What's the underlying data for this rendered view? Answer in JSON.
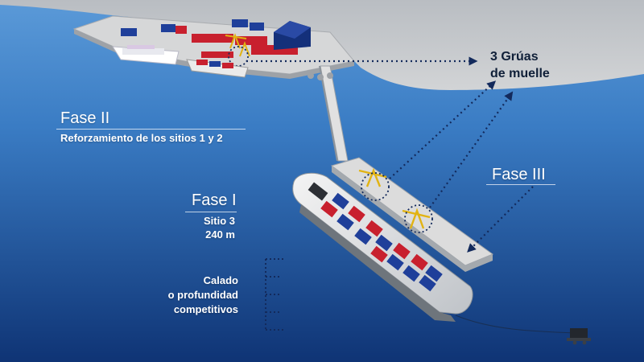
{
  "labels": {
    "cranes_line1": "3 Grúas",
    "cranes_line2": "de muelle",
    "fase2_title": "Fase II",
    "fase2_subtitle": "Reforzamiento de los sitios 1 y 2",
    "fase1_title": "Fase I",
    "fase1_line1": "Sitio 3",
    "fase1_line2": "240 m",
    "fase3_title": "Fase III",
    "draft_line1": "Calado",
    "draft_line2": "o profundidad",
    "draft_line3": "competitivos"
  },
  "colors": {
    "sea_light": "#4a8fd0",
    "sea_dark": "#123b7d",
    "land": "#c9cccf",
    "dock": "#d8d8d8",
    "container_red": "#c8202e",
    "container_blue": "#1f3f9a",
    "crane_yellow": "#e2b312",
    "dotted_line": "#132a5c",
    "text_dark": "#0f1f38",
    "text_light": "#ffffff"
  },
  "icons": [
    "crane-icon",
    "ship-icon",
    "cruise-ship-icon",
    "container-icon",
    "warehouse-icon",
    "rov-icon"
  ]
}
